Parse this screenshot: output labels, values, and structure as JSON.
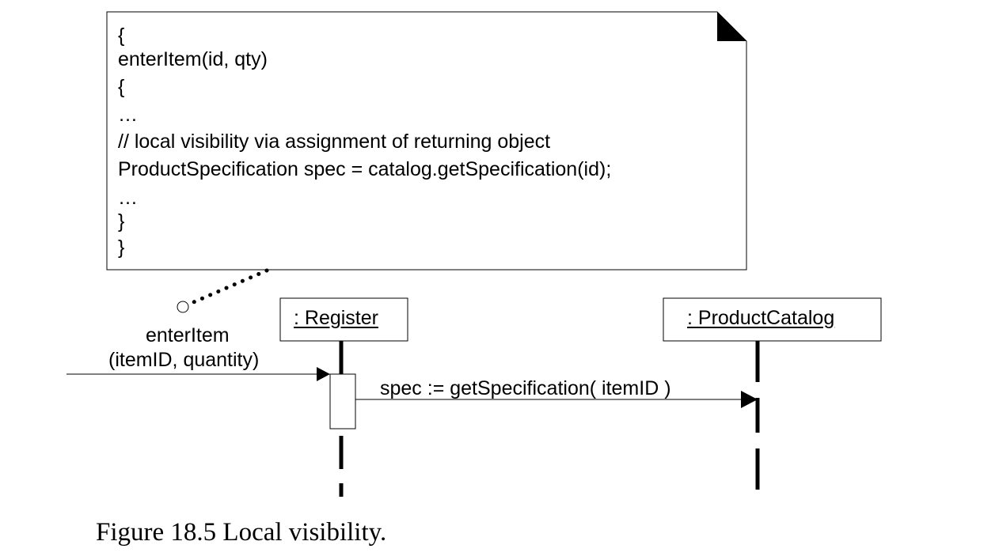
{
  "note": {
    "lines": [
      "{",
      "enterItem(id, qty)",
      "{",
      "…",
      "// local visibility via assignment of returning object",
      "ProductSpecification spec = catalog.getSpecification(id);",
      "…",
      "}",
      "}"
    ]
  },
  "lifelines": {
    "register": ": Register",
    "catalog": ": ProductCatalog"
  },
  "messages": {
    "incoming_line1": "enterItem",
    "incoming_line2": "(itemID, quantity)",
    "get_spec": "spec := getSpecification( itemID )"
  },
  "caption": "Figure 18.5 Local visibility."
}
